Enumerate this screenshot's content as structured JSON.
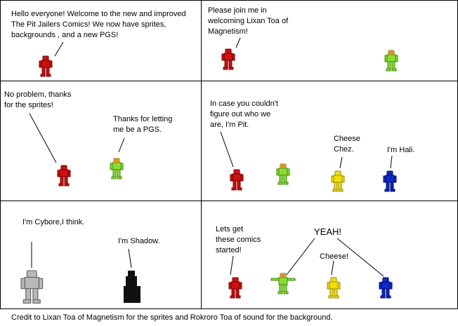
{
  "panels": [
    {
      "speech": [
        {
          "text": "Hello everyone! Welcome to the new and improved\nThe Pit Jailers Comics! We now have sprites,\nbackgrounds , and a new PGS!"
        }
      ]
    },
    {
      "speech": [
        {
          "text": "Please join me in\nwelcoming Lixan Toa of\nMagnetism!"
        }
      ]
    },
    {
      "speech": [
        {
          "text": "No problem, thanks\nfor the sprites!"
        },
        {
          "text": "Thanks for letting\nme be a PGS."
        }
      ]
    },
    {
      "speech": [
        {
          "text": "In case you couldn't\nfigure out who we\nare, I'm Pit."
        },
        {
          "text": "Cheese\nChez."
        },
        {
          "text": "I'm Hali."
        }
      ]
    },
    {
      "speech": [
        {
          "text": "I'm Cybore,I think."
        },
        {
          "text": "I'm Shadow."
        }
      ]
    },
    {
      "speech": [
        {
          "text": "Lets get\nthese comics\nstarted!"
        },
        {
          "text": "YEAH!"
        },
        {
          "text": "Cheese!"
        }
      ]
    }
  ],
  "credit": "Credit to Lixan Toa of Magnetism for the sprites and Rokroro Toa of sound for the background.",
  "colors": {
    "red": "#cc1111",
    "red_dark": "#770000",
    "lime": "#88dd33",
    "lime_dark": "#448811",
    "orange": "#e09020",
    "yellow": "#f2df10",
    "yellow_dark": "#9a8a00",
    "blue": "#1128c8",
    "blue_dark": "#000c66",
    "silver": "#b8b8b8",
    "silver_dark": "#666666",
    "black": "#111111"
  }
}
